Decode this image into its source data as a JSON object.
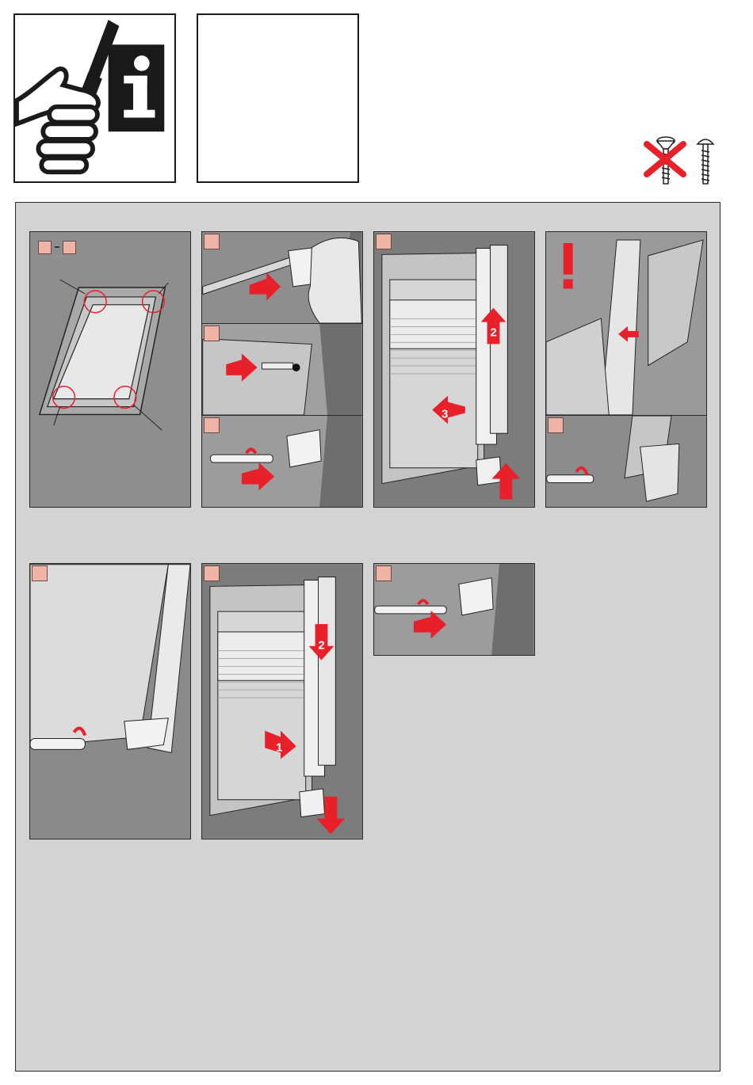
{
  "header": {
    "info_icon": "screwdriver-info-icon",
    "blank_box": ""
  },
  "screws": {
    "wrong_icon": "countersunk-screw-crossed-icon",
    "right_icon": "pan-head-screw-icon",
    "colors": {
      "cross": "#e8202a"
    }
  },
  "colors": {
    "arrow": "#e8202a",
    "badge": "#f0b4a6",
    "panel_bg": "#8e8e8e",
    "main_bg": "#d3d3d3"
  },
  "steps": {
    "step_2_label": "2",
    "step_3_label": "3",
    "warning_mark": "!",
    "step_2b_label": "2",
    "step_1b_label": "1"
  }
}
